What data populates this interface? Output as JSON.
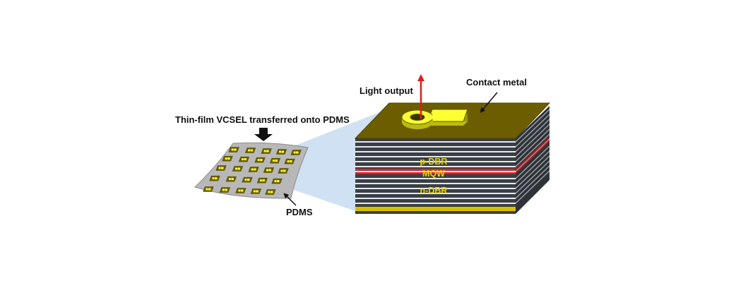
{
  "labels": {
    "light_output": "Light output",
    "contact_metal": "Contact metal",
    "thin_film_title": "Thin-film VCSEL transferred onto PDMS",
    "pdms": "PDMS",
    "p_dbr": "p-DBR",
    "mqw": "MQW",
    "n_dbr": "n-DBR"
  },
  "colors": {
    "metal_fill": "#ffff33",
    "metal_stroke": "#5a5a00",
    "top_surface": "#6b5d00",
    "layer_dark": "#3a3f45",
    "layer_light": "#e6eaef",
    "mqw_red": "#ee2020",
    "bottom_gold": "#d8c000",
    "arrow_red": "#dd1f1f",
    "projection": "#c8dcf2",
    "pdms_sheet": "#b8b8b8",
    "layer_text": "#e8d400"
  },
  "chip_array": {
    "rows": 5,
    "columns": 5
  }
}
